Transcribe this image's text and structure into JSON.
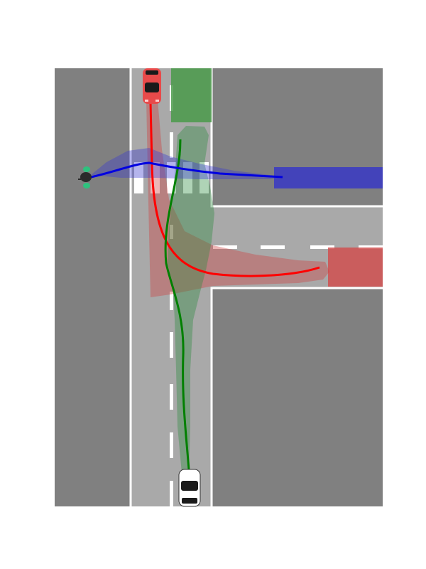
{
  "scene": {
    "colors": {
      "background": "#ffffff",
      "sidewalk": "#808080",
      "road": "#a9a9a9",
      "road_edge_line": "#ffffff",
      "lane_marking": "#ffffff",
      "crosswalk": "#ffffff",
      "vehicle_red": "#e84a4a",
      "vehicle_white": "#ffffff",
      "pedestrian": "#2ec27e",
      "trajectory_red": "#ff0000",
      "trajectory_green": "#008000",
      "trajectory_blue": "#0000e0",
      "uncertainty_red": "#d04040",
      "uncertainty_green": "#2e8b3e",
      "uncertainty_blue": "#3a3ad0",
      "goal_red": "#d05050",
      "goal_green": "#4a9a4a",
      "goal_blue": "#3c3cc0"
    },
    "agents": [
      {
        "id": "red-car",
        "kind": "vehicle",
        "color": "vehicle_red",
        "heading": "south"
      },
      {
        "id": "white-car",
        "kind": "vehicle",
        "color": "vehicle_white",
        "heading": "north"
      },
      {
        "id": "pedestrian",
        "kind": "pedestrian",
        "color": "pedestrian",
        "heading": "east"
      }
    ],
    "goals": [
      {
        "id": "red-goal",
        "color": "goal_red",
        "direction": "east-exit"
      },
      {
        "id": "green-goal",
        "color": "goal_green",
        "direction": "north-exit"
      },
      {
        "id": "blue-goal",
        "color": "goal_blue",
        "direction": "east-crossing"
      }
    ]
  }
}
